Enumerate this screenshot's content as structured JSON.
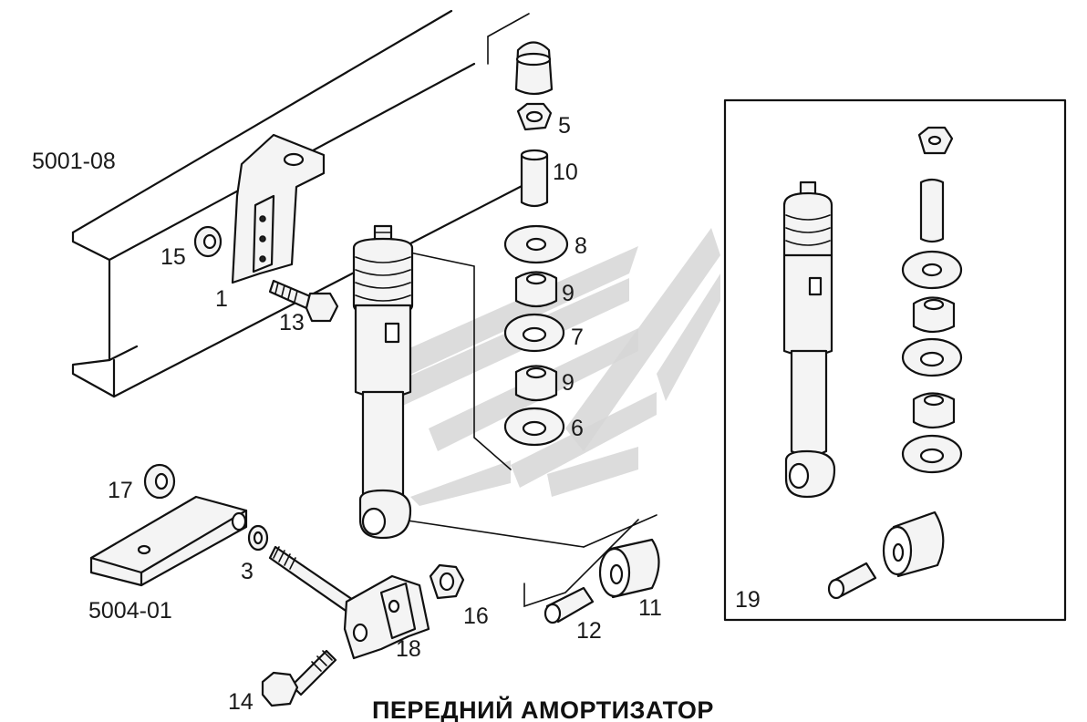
{
  "title": "ПЕРЕДНИЙ АМОРТИЗАТОР",
  "assembly_codes": {
    "frame": "5001-08",
    "spring": "5004-01"
  },
  "part_labels": {
    "p1": "1",
    "p3": "3",
    "p5": "5",
    "p6": "6",
    "p7": "7",
    "p8": "8",
    "p9a": "9",
    "p9b": "9",
    "p10": "10",
    "p11": "11",
    "p12": "12",
    "p13": "13",
    "p14": "14",
    "p15": "15",
    "p16": "16",
    "p17": "17",
    "p18": "18",
    "p19": "19"
  },
  "colors": {
    "line": "#111111",
    "watermark": "#d6d6d6",
    "background": "#ffffff"
  }
}
